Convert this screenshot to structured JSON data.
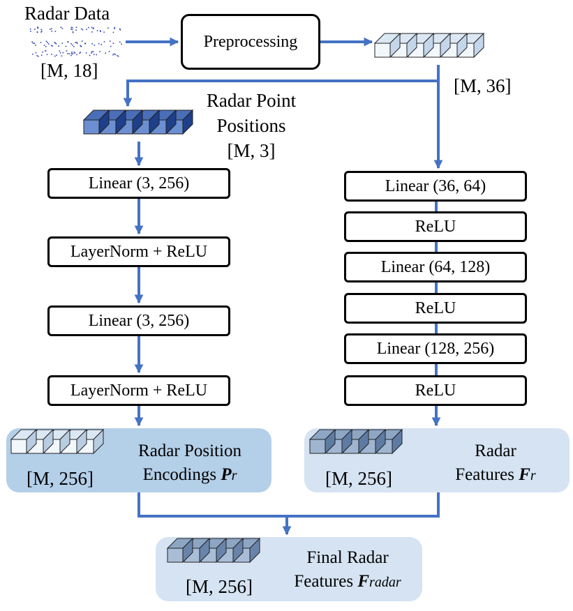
{
  "input": {
    "title": "Radar Data",
    "shape": "[M, 18]"
  },
  "preprocessing": {
    "label": "Preprocessing"
  },
  "preprocessed_shape": "[M, 36]",
  "positions": {
    "line1": "Radar Point",
    "line2": "Positions",
    "shape": "[M, 3]"
  },
  "left_branch": {
    "linear1": "Linear (3, 256)",
    "norm1": "LayerNorm  + ReLU",
    "linear2": "Linear (3, 256)",
    "norm2": "LayerNorm  + ReLU"
  },
  "right_branch": {
    "linear1": "Linear (36, 64)",
    "relu1": "ReLU",
    "linear2": "Linear (64, 128)",
    "relu2": "ReLU",
    "linear3": "Linear (128, 256)",
    "relu3": "ReLU"
  },
  "pos_encodings": {
    "line1": "Radar Position",
    "line2": "Encodings ",
    "symbol": "P",
    "subscript": "r",
    "shape": "[M, 256]"
  },
  "radar_features": {
    "line1": "Radar",
    "line2": "Features ",
    "symbol": "F",
    "subscript": "r",
    "shape": "[M, 256]"
  },
  "final_features": {
    "line1": "Final Radar",
    "line2": "Features ",
    "symbol": "F",
    "subscript": "radar",
    "shape": "[M, 256]"
  },
  "colors": {
    "arrow": "#4472c4",
    "panel_dark": "#b4cfe8",
    "panel_light": "#d5e3f2",
    "tensor_pale": "#dbe8f4",
    "tensor_steel": "#8da6c4",
    "tensor_blue": "#4a6fb8",
    "scatter": "#3344aa"
  }
}
